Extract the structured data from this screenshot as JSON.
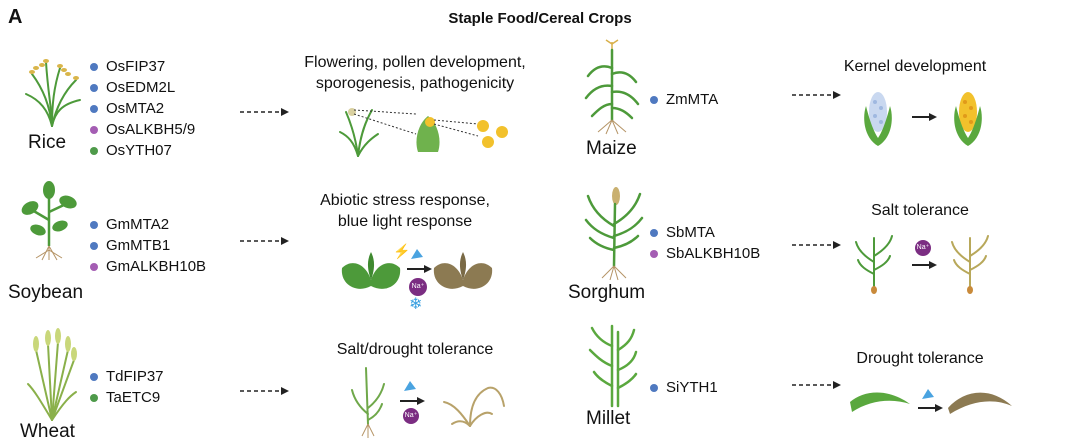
{
  "panel_label": "A",
  "title": "Staple Food/Cereal Crops",
  "colors": {
    "writer_gene": "#4f79c0",
    "eraser_gene": "#a45db3",
    "reader_gene": "#4e9a4a",
    "leaf_green": "#4d9a3a",
    "stressed_leaf": "#8c7a52",
    "corn_yellow": "#f2c12c",
    "arrow": "#222222"
  },
  "crops": [
    {
      "name": "Rice",
      "genes": [
        {
          "name": "OsFIP37",
          "color": "#4f79c0"
        },
        {
          "name": "OsEDM2L",
          "color": "#4f79c0"
        },
        {
          "name": "OsMTA2",
          "color": "#4f79c0"
        },
        {
          "name": "OsALKBH5/9",
          "color": "#a45db3"
        },
        {
          "name": "OsYTH07",
          "color": "#4e9a4a"
        }
      ],
      "function": [
        "Flowering, pollen development,",
        "sporogenesis, pathogenicity"
      ],
      "icon": "rice-plant-icon"
    },
    {
      "name": "Soybean",
      "genes": [
        {
          "name": "GmMTA2",
          "color": "#4f79c0"
        },
        {
          "name": "GmMTB1",
          "color": "#4f79c0"
        },
        {
          "name": "GmALKBH10B",
          "color": "#a45db3"
        }
      ],
      "function": [
        "Abiotic stress response,",
        "blue light response"
      ],
      "icon": "soybean-plant-icon"
    },
    {
      "name": "Wheat",
      "genes": [
        {
          "name": "TdFIP37",
          "color": "#4f79c0"
        },
        {
          "name": "TaETC9",
          "color": "#4e9a4a"
        }
      ],
      "function": [
        "Salt/drought tolerance"
      ],
      "icon": "wheat-plant-icon"
    },
    {
      "name": "Maize",
      "genes": [
        {
          "name": "ZmMTA",
          "color": "#4f79c0"
        }
      ],
      "function": [
        "Kernel development"
      ],
      "icon": "maize-plant-icon"
    },
    {
      "name": "Sorghum",
      "genes": [
        {
          "name": "SbMTA",
          "color": "#4f79c0"
        },
        {
          "name": "SbALKBH10B",
          "color": "#a45db3"
        }
      ],
      "function": [
        "Salt tolerance"
      ],
      "icon": "sorghum-plant-icon"
    },
    {
      "name": "Millet",
      "genes": [
        {
          "name": "SiYTH1",
          "color": "#4f79c0"
        }
      ],
      "function": [
        "Drought tolerance"
      ],
      "icon": "millet-plant-icon"
    }
  ],
  "stress_badge": "Na⁺"
}
